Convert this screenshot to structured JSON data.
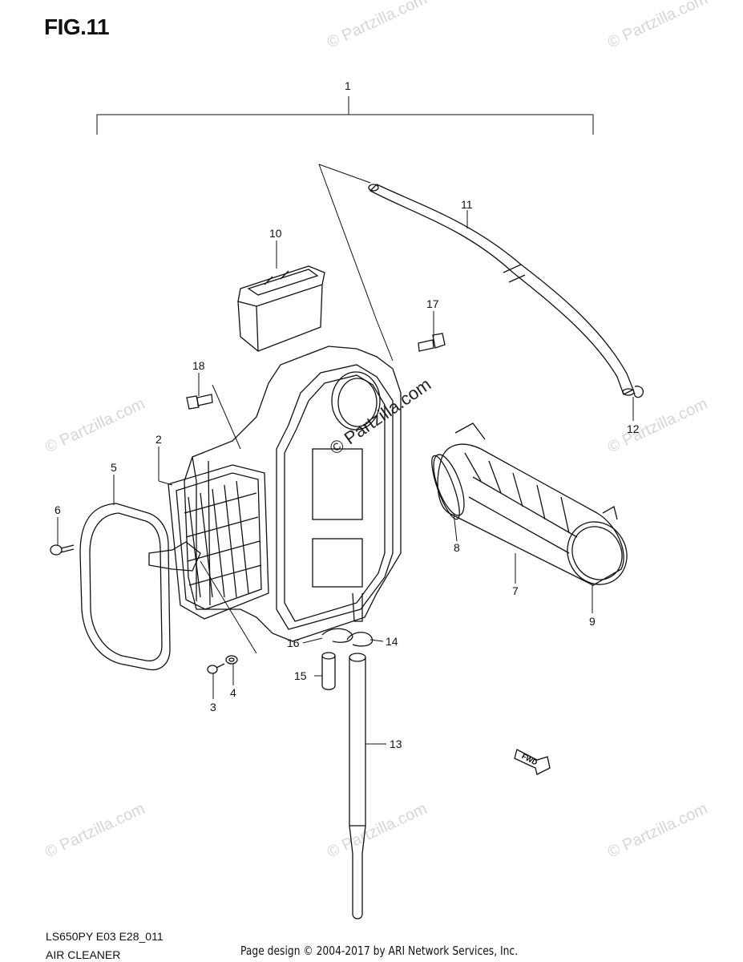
{
  "figure": {
    "title": "FIG.11",
    "model_code": "LS650PY E03 E28_011",
    "section_name": "AIR CLEANER",
    "credit": "Page design © 2004-2017 by ARI Network Services, Inc."
  },
  "watermark": {
    "text": "© Partzilla.com"
  },
  "callouts": [
    {
      "id": "1",
      "label": "1"
    },
    {
      "id": "2",
      "label": "2"
    },
    {
      "id": "3",
      "label": "3"
    },
    {
      "id": "4",
      "label": "4"
    },
    {
      "id": "5",
      "label": "5"
    },
    {
      "id": "6",
      "label": "6"
    },
    {
      "id": "7",
      "label": "7"
    },
    {
      "id": "8",
      "label": "8"
    },
    {
      "id": "9",
      "label": "9"
    },
    {
      "id": "10",
      "label": "10"
    },
    {
      "id": "11",
      "label": "11"
    },
    {
      "id": "12",
      "label": "12"
    },
    {
      "id": "13",
      "label": "13"
    },
    {
      "id": "14",
      "label": "14"
    },
    {
      "id": "15",
      "label": "15"
    },
    {
      "id": "16",
      "label": "16"
    },
    {
      "id": "17",
      "label": "17"
    },
    {
      "id": "18",
      "label": "18"
    }
  ],
  "fwd_label": "FWD"
}
